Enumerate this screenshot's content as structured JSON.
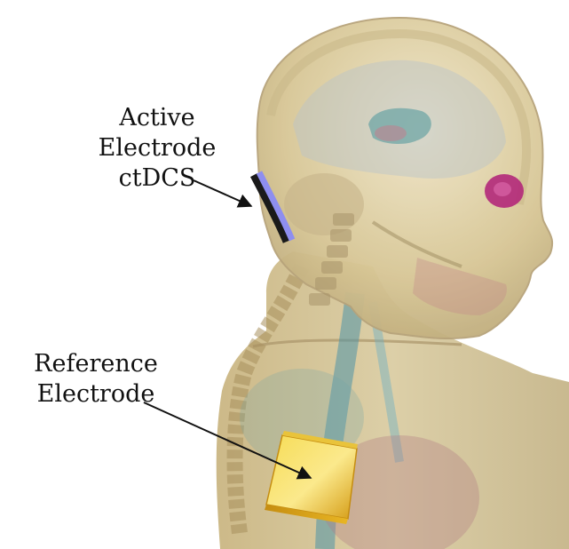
{
  "labels": {
    "active": [
      "Active",
      "Electrode",
      "ctDCS"
    ],
    "reference": [
      "Reference",
      "Electrode"
    ]
  },
  "colors": {
    "background": "#ffffff",
    "skin": "#d9c9a0",
    "skin_shadow": "#b7a37a",
    "skull": "#ddd2b0",
    "brain_highlight": "#b9c3c9",
    "ventricle": "#6fa6a6",
    "eye": "#b3287a",
    "airway": "#4f93a8",
    "active_electrode": "#8e8ef0",
    "active_electrode_border": "#1a1a1a",
    "reference_electrode": "#e0b51e",
    "reference_electrode_light": "#f8e88a",
    "arrow": "#111111"
  },
  "icons": {
    "figure": "head-neck-torso-anatomy-icon",
    "active_electrode": "active-electrode-pad-icon",
    "reference_electrode": "reference-electrode-pad-icon"
  }
}
